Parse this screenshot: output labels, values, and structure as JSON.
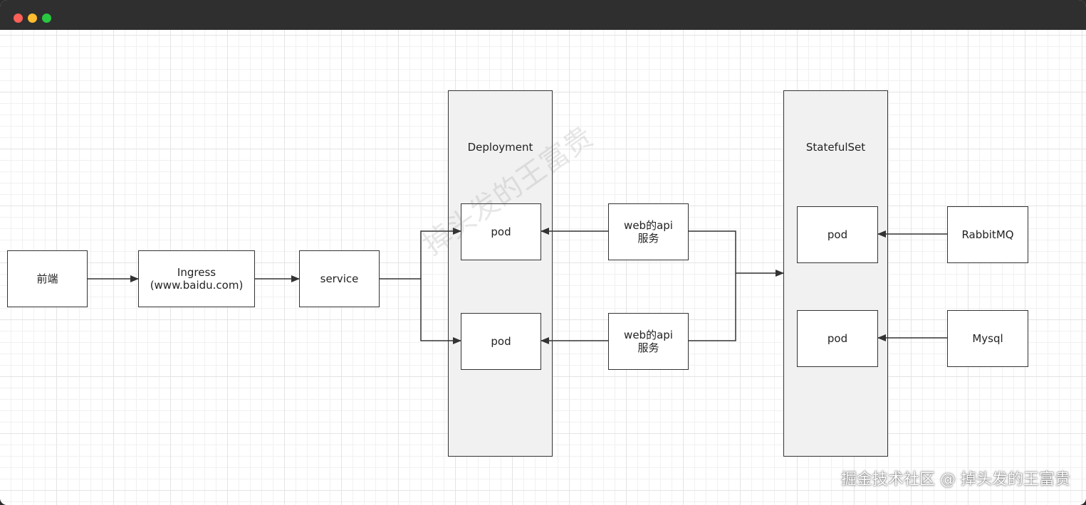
{
  "window": {
    "controls": [
      "close",
      "minimize",
      "zoom"
    ],
    "colors": {
      "close": "#fe5f57",
      "minimize": "#febc2e",
      "zoom": "#28c840"
    }
  },
  "nodes": {
    "frontend": "前端",
    "ingress_line1": "Ingress",
    "ingress_line2": "(www.baidu.com)",
    "service": "service",
    "deployment_label": "Deployment",
    "deployment_pod_1": "pod",
    "deployment_pod_2": "pod",
    "web_api_1": "web的api服务",
    "web_api_2": "web的api服务",
    "statefulset_label": "StatefulSet",
    "statefulset_pod_1": "pod",
    "statefulset_pod_2": "pod",
    "rabbitmq": "RabbitMQ",
    "mysql": "Mysql"
  },
  "watermark": "掉头发的王富贵",
  "credit": "掘金技术社区 @ 掉头发的王富贵"
}
